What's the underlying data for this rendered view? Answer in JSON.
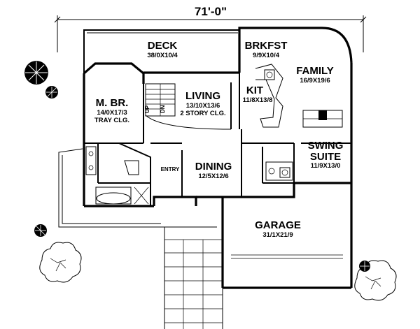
{
  "plan": {
    "overall_width": "71'-0\""
  },
  "rooms": {
    "deck": {
      "name": "DECK",
      "size": "38/0X10/4"
    },
    "brkfst": {
      "name": "BRKFST",
      "size": "9/9X10/4"
    },
    "family": {
      "name": "FAMILY",
      "size": "16/9X19/6"
    },
    "master": {
      "name": "M. BR.",
      "size": "14/0X17/3",
      "note": "TRAY CLG."
    },
    "living": {
      "name": "LIVING",
      "size": "13/10X13/6",
      "note": "2 STORY CLG."
    },
    "kit": {
      "name": "KIT",
      "size": "11/8X13/8"
    },
    "swing": {
      "name_line1": "SWING",
      "name_line2": "SUITE",
      "size": "11/9X13/0"
    },
    "dining": {
      "name": "DINING",
      "size": "12/5X12/6"
    },
    "entry": {
      "name": "ENTRY"
    },
    "garage": {
      "name": "GARAGE",
      "size": "31/1X21/9"
    }
  },
  "annotations": {
    "stair_up": "UP",
    "stair_dn": "DN"
  }
}
